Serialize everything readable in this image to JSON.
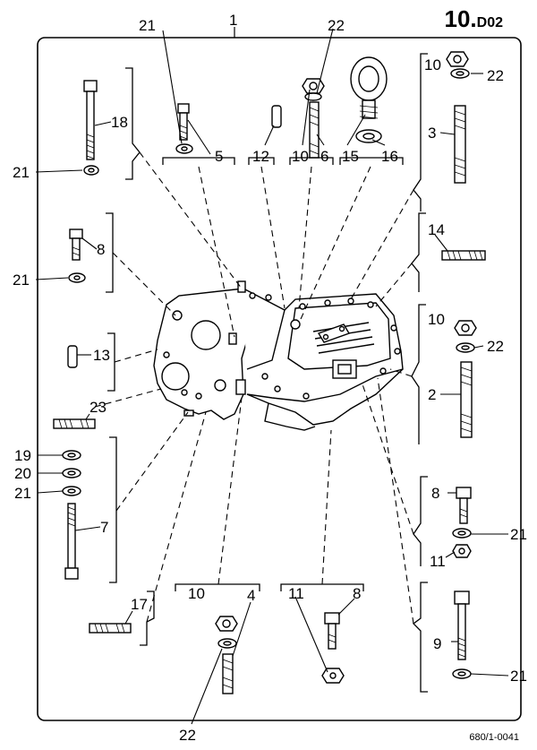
{
  "page": {
    "title_main": "10.",
    "title_sub": "D02",
    "footer_ref": "680/1-0041",
    "frame_label": "1"
  },
  "callouts": {
    "c21a": "21",
    "c22a": "22",
    "c10a": "10",
    "c22b": "22",
    "c18": "18",
    "c21b": "21",
    "c5": "5",
    "c12": "12",
    "c10b": "10",
    "c6": "6",
    "c15": "15",
    "c16": "16",
    "c3": "3",
    "c8a": "8",
    "c21c": "21",
    "c14": "14",
    "c13": "13",
    "c10c": "10",
    "c22c": "22",
    "c2": "2",
    "c23": "23",
    "c19": "19",
    "c20": "20",
    "c21d": "21",
    "c7": "7",
    "c8b": "8",
    "c21e": "21",
    "c11a": "11",
    "c17": "17",
    "c10d": "10",
    "c4": "4",
    "c11b": "11",
    "c8c": "8",
    "c9": "9",
    "c21f": "21",
    "c22d": "22"
  },
  "colors": {
    "ink": "#000000",
    "paper": "#ffffff"
  }
}
